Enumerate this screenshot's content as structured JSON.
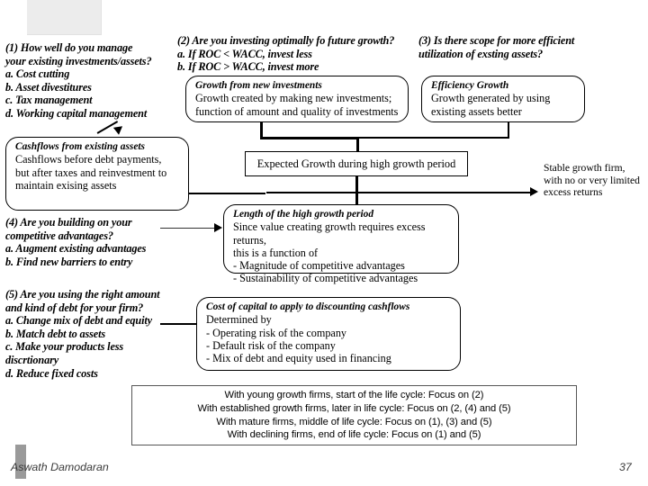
{
  "slide": {
    "footer_author": "Aswath Damodaran",
    "page_number": "37"
  },
  "questions": [
    {
      "id": "q1",
      "text": "(1) How well do you manage\nyour existing investments/assets?\na. Cost cutting\nb. Asset divestitures\nc. Tax management\nd. Working capital management"
    },
    {
      "id": "q2",
      "text": "(2) Are you investing optimally fo future growth?\na. If ROC < WACC, invest less\nb. If ROC > WACC, invest more"
    },
    {
      "id": "q3",
      "text": "(3) Is there scope for more efficient\nutilization of exsting assets?"
    },
    {
      "id": "q4",
      "text": "(4) Are you building on your\ncompetitive advantages?\na. Augment existing advantages\nb. Find new barriers to entry"
    },
    {
      "id": "q5",
      "text": "(5) Are you using the right amount\nand kind of debt for your firm?\na. Change mix of debt and equity\nb. Match debt to assets\nc. Make your products less\ndiscrtionary\nd. Reduce fixed costs"
    }
  ],
  "boxes": {
    "cashflows": {
      "header": "Cashflows from existing assets",
      "body": "Cashflows before debt payments,\nbut after taxes and reinvestment to\nmaintain exising assets"
    },
    "new_investments": {
      "header": "Growth from new investments",
      "body": "Growth created by making new investments;\nfunction of amount and quality of investments"
    },
    "efficiency_growth": {
      "header": "Efficiency Growth",
      "body": "Growth generated by using\nexisting assets better"
    },
    "expected_growth": {
      "text": "Expected Growth during high growth period"
    },
    "length_high_growth": {
      "header": "Length of the high growth period",
      "body": "Since value creating growth requires excess returns,\nthis is a function of\n- Magnitude of competitive advantages\n- Sustainability of competitive advantages"
    },
    "cost_of_capital": {
      "header": "Cost of capital to apply to discounting cashflows",
      "body": "Determined by\n- Operating risk of the company\n- Default risk of the company\n- Mix of debt and equity used in financing"
    },
    "stable_growth_note": {
      "text": "Stable growth firm,\nwith no or very limited\nexcess returns"
    },
    "summary": {
      "text": "With young growth firms, start of the life cycle: Focus on (2)\nWith established growth firms, later in life cycle: Focus on (2, (4) and (5)\nWith mature firms, middle of life cycle: Focus on (1), (3) and (5)\nWith declining firms, end of life cycle: Focus on (1) and (5)"
    }
  }
}
